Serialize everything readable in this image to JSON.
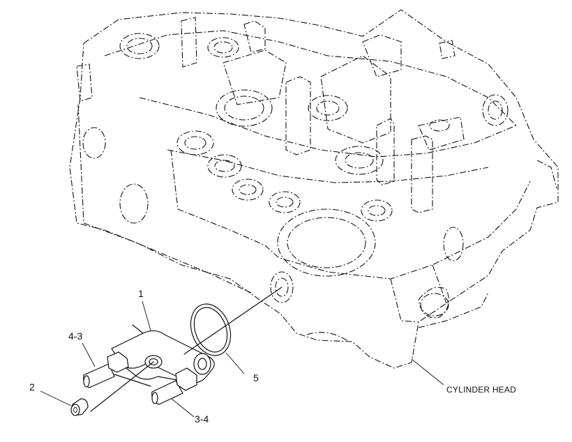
{
  "callouts": {
    "c1": "1",
    "c2": "2",
    "c3": "3-4",
    "c4": "4-3",
    "c5": "5"
  },
  "labels": {
    "cylinder_head": "CYLINDER HEAD"
  }
}
